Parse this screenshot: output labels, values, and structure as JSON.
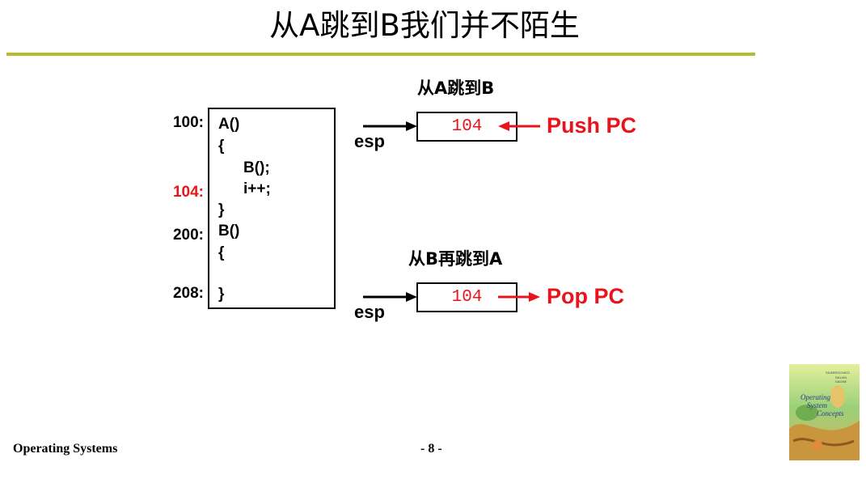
{
  "slide": {
    "title": "从A跳到B我们并不陌生"
  },
  "code": {
    "addresses": [
      "100:",
      "104:",
      "200:",
      "208:"
    ],
    "lines": [
      "A()",
      "{",
      "B();",
      "i++;",
      "}",
      "B()",
      "{",
      "}"
    ]
  },
  "push": {
    "caption": "从A跳到B",
    "value": "104",
    "register": "esp",
    "action": "Push PC"
  },
  "pop": {
    "caption": "从B再跳到A",
    "value": "104",
    "register": "esp",
    "action": "Pop PC"
  },
  "footer": {
    "left": "Operating Systems",
    "page": "- 8 -"
  },
  "book_cover": {
    "title_lines": [
      "Operating",
      "System",
      "Concepts"
    ],
    "authors": [
      "SILBERSCHATZ",
      "GALVIN",
      "GAGNE"
    ]
  },
  "colors": {
    "accent_rule": "#b5bd2c",
    "highlight": "#e8141c"
  }
}
